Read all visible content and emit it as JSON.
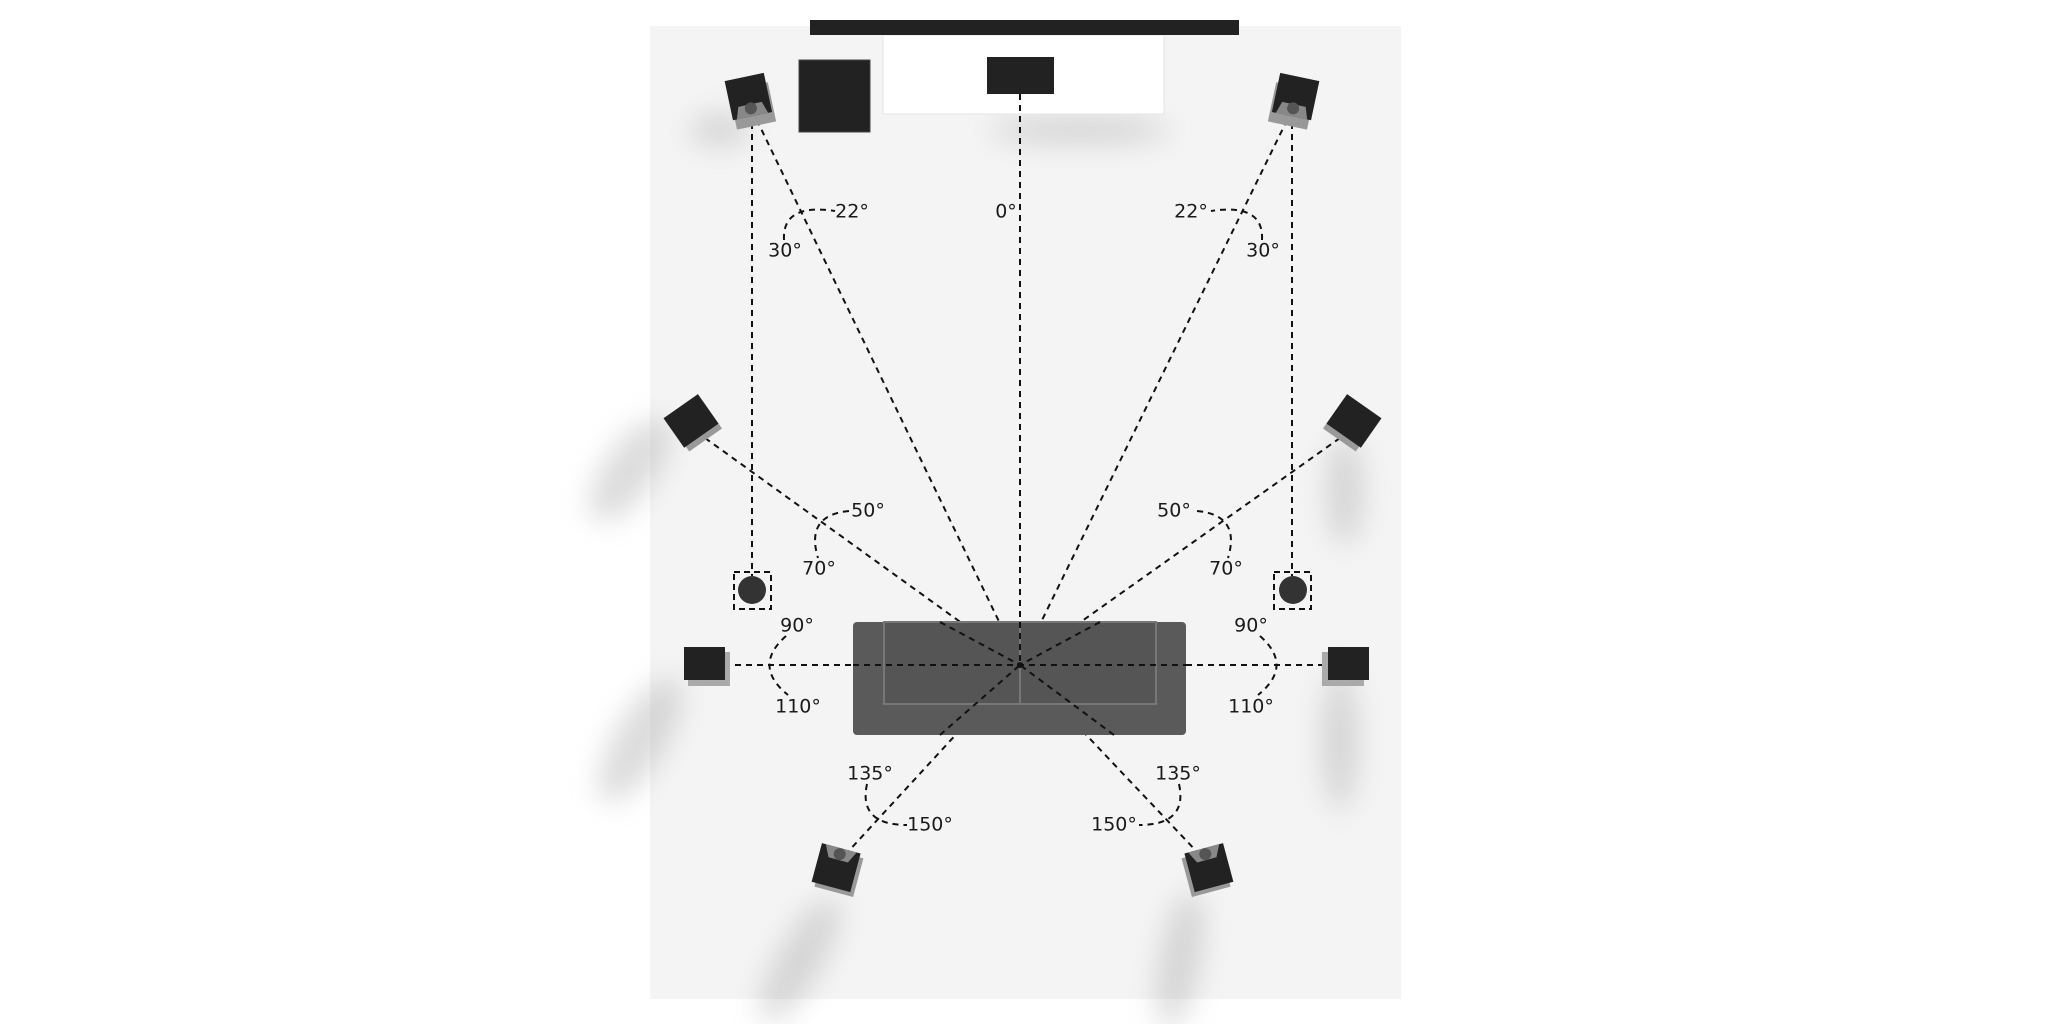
{
  "colors": {
    "room_floor": "#f4f4f4",
    "speaker": "#222222",
    "sofa": "#5a5a5a",
    "tv_console": "#ffffff",
    "lines": "#111111"
  },
  "angle_labels": {
    "front_left_inner": "22°",
    "front_left_outer": "30°",
    "center": "0°",
    "front_right_inner": "22°",
    "front_right_outer": "30°",
    "wide_left_inner": "50°",
    "wide_left_outer": "70°",
    "wide_right_inner": "50°",
    "wide_right_outer": "70°",
    "side_left_inner": "90°",
    "side_left_outer": "110°",
    "side_right_inner": "90°",
    "side_right_outer": "110°",
    "rear_left_inner": "135°",
    "rear_left_outer": "150°",
    "rear_right_inner": "135°",
    "rear_right_outer": "150°"
  }
}
